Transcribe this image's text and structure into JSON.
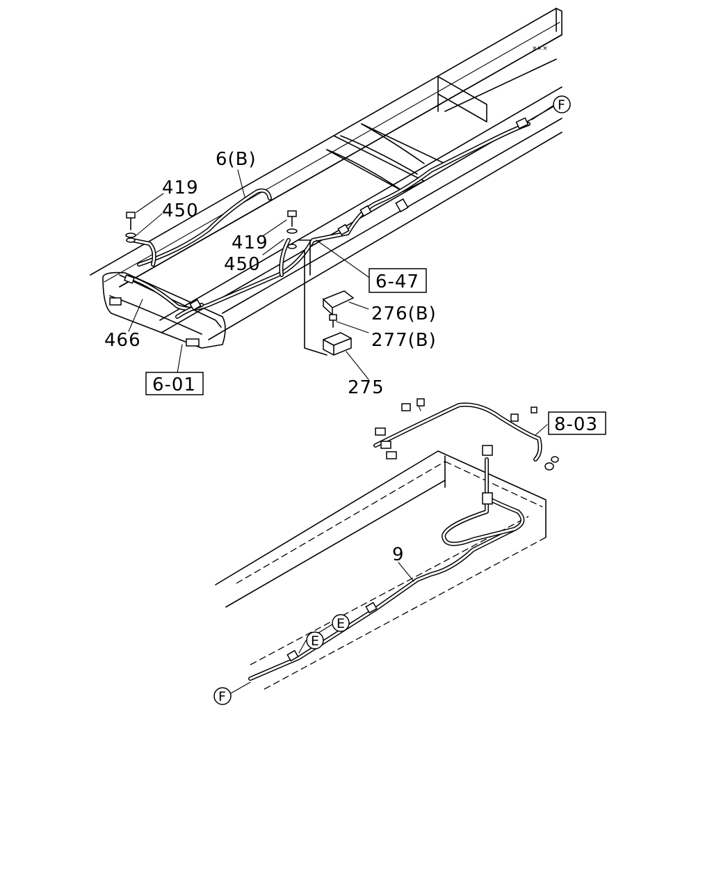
{
  "labels": {
    "p6b": "6(B)",
    "p419a": "419",
    "p450a": "450",
    "p419b": "419",
    "p450b": "450",
    "p466": "466",
    "p276b": "276(B)",
    "p277b": "277(B)",
    "p275": "275",
    "p9": "9"
  },
  "refs": {
    "r647": "6-47",
    "r601": "6-01",
    "r803": "8-03"
  },
  "markers": {
    "f_top": "F",
    "f_bottom": "F",
    "e_left": "E",
    "e_right": "E"
  }
}
